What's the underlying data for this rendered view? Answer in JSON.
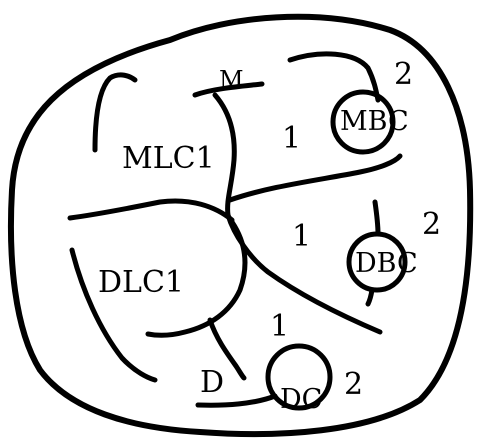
{
  "colors": {
    "ink": "#000000",
    "background": "#ffffff"
  },
  "labels": {
    "mlc1": "MLC1",
    "dlc1": "DLC1",
    "m": "M",
    "d": "D",
    "mbc": "MBC",
    "dbc": "DBC",
    "dc": "DC",
    "mlc_branch_number": "1",
    "mbc_number": "2",
    "dlc_branch_number": "1",
    "dbc_number": "2",
    "dc_branch_number": "1",
    "dc_number": "2"
  }
}
